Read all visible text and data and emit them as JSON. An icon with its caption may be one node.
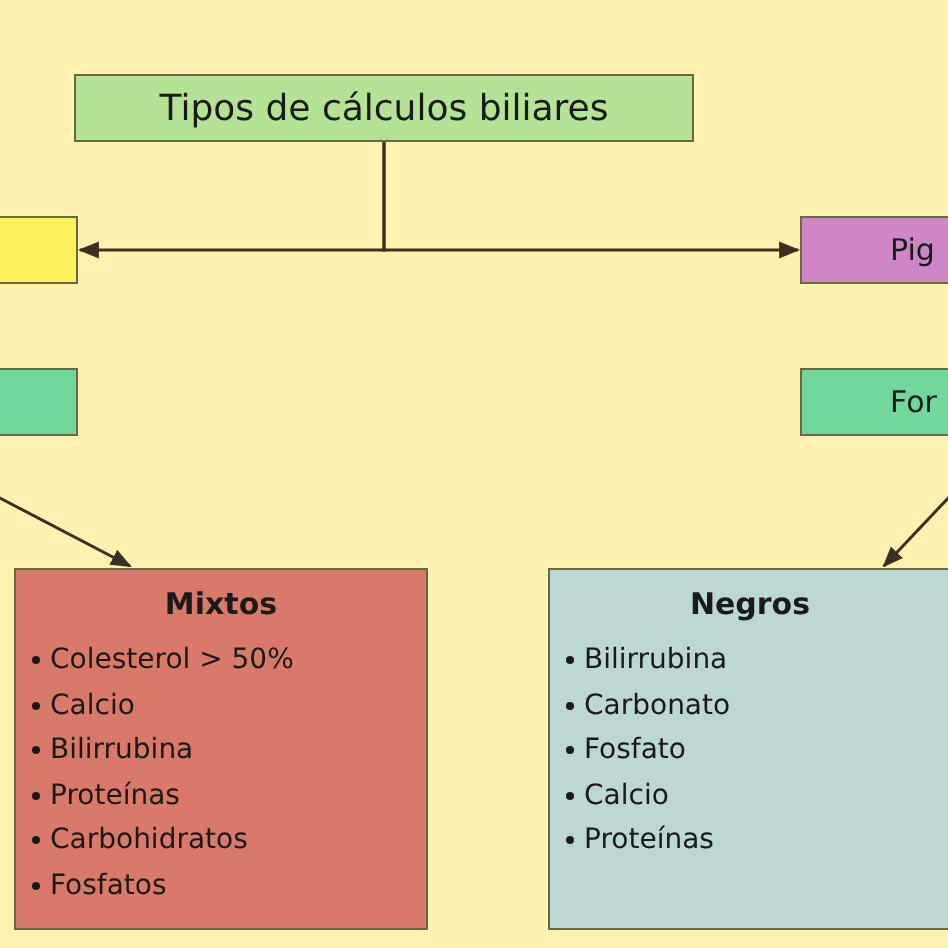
{
  "diagram": {
    "nodes": [
      {
        "text": [
          "Tipos de cálculos biliares"
        ]
      },
      {
        "text": [],
        "shape": "box"
      },
      {
        "text": [
          "Pig"
        ]
      },
      {
        "text": [],
        "shape": "box"
      },
      {
        "text": [
          "For"
        ]
      },
      {
        "text": [
          "Mixtos",
          "Colesterol > 50%",
          "Calcio",
          "Bilirrubina",
          "Proteínas",
          "Carbohidratos",
          "Fosfatos"
        ]
      },
      {
        "text": [
          "Negros",
          "Bilirrubina",
          "Carbonato",
          "Fosfato",
          "Calcio",
          "Proteínas"
        ]
      }
    ],
    "edges": [
      {
        "from": 0,
        "to": 1,
        "arrow": "to"
      },
      {
        "from": 0,
        "to": 2,
        "arrow": "to"
      },
      {
        "from": null,
        "to": 5,
        "arrow": "to"
      },
      {
        "from": null,
        "to": 6,
        "arrow": "to"
      }
    ]
  }
}
